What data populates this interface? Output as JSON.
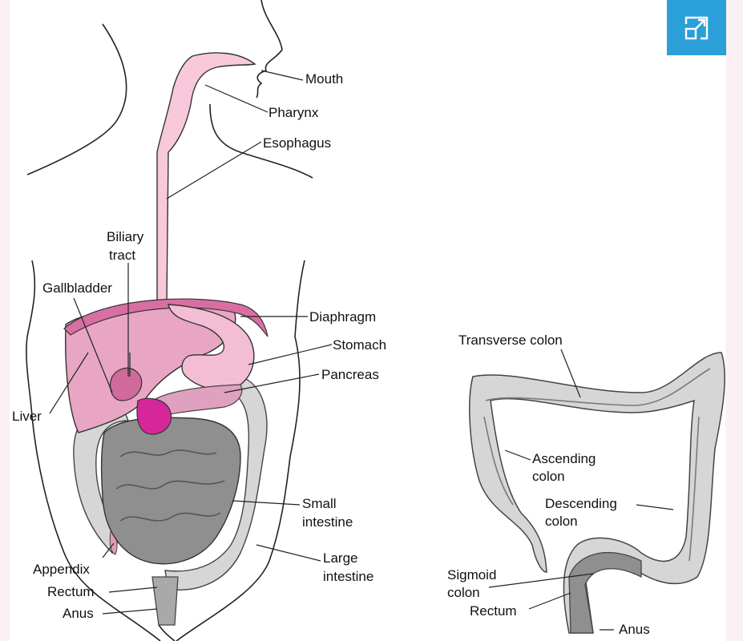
{
  "toolbar": {
    "expand_icon": "expand-icon",
    "expand_color": "#2a9fd8"
  },
  "colors": {
    "liver": "#e8a6c4",
    "stomach": "#f3bdd3",
    "gallbladder": "#d06a9a",
    "pancreas": "#e0a0c0",
    "esophagus": "#f7c9db",
    "small_intestine": "#8f8f8f",
    "large_intestine": "#d6d6d6",
    "magenta": "#d6279a"
  },
  "labels": {
    "mouth": "Mouth",
    "pharynx": "Pharynx",
    "esophagus": "Esophagus",
    "biliary_1": "Biliary",
    "biliary_2": "tract",
    "gallbladder": "Gallbladder",
    "diaphragm": "Diaphragm",
    "stomach": "Stomach",
    "pancreas": "Pancreas",
    "liver": "Liver",
    "small_intestine_1": "Small",
    "small_intestine_2": "intestine",
    "large_intestine_1": "Large",
    "large_intestine_2": "intestine",
    "appendix": "Appendix",
    "rectum": "Rectum",
    "anus": "Anus"
  },
  "colon_labels": {
    "transverse": "Transverse colon",
    "ascending_1": "Ascending",
    "ascending_2": "colon",
    "descending_1": "Descending",
    "descending_2": "colon",
    "sigmoid_1": "Sigmoid",
    "sigmoid_2": "colon",
    "rectum": "Rectum",
    "anus": "Anus"
  }
}
